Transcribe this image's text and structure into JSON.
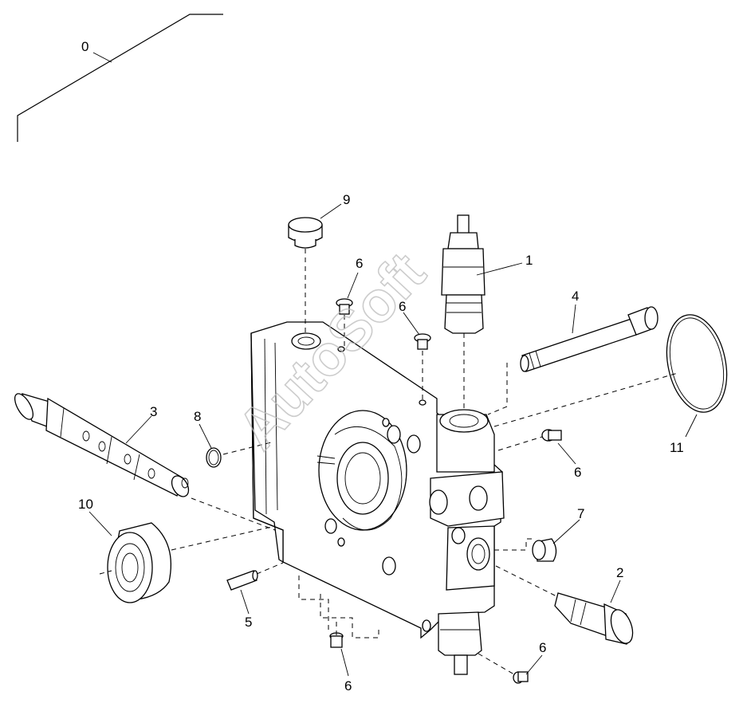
{
  "diagram": {
    "callouts": [
      {
        "id": "c0",
        "text": "0"
      },
      {
        "id": "c9",
        "text": "9"
      },
      {
        "id": "c1",
        "text": "1"
      },
      {
        "id": "c6a",
        "text": "6"
      },
      {
        "id": "c6b",
        "text": "6"
      },
      {
        "id": "c4",
        "text": "4"
      },
      {
        "id": "c3",
        "text": "3"
      },
      {
        "id": "c8",
        "text": "8"
      },
      {
        "id": "c11",
        "text": "11"
      },
      {
        "id": "c6c",
        "text": "6"
      },
      {
        "id": "c10",
        "text": "10"
      },
      {
        "id": "c7",
        "text": "7"
      },
      {
        "id": "c2",
        "text": "2"
      },
      {
        "id": "c5",
        "text": "5"
      },
      {
        "id": "c6d",
        "text": "6"
      },
      {
        "id": "c6e",
        "text": "6"
      }
    ],
    "watermark": "AutoSoft"
  }
}
